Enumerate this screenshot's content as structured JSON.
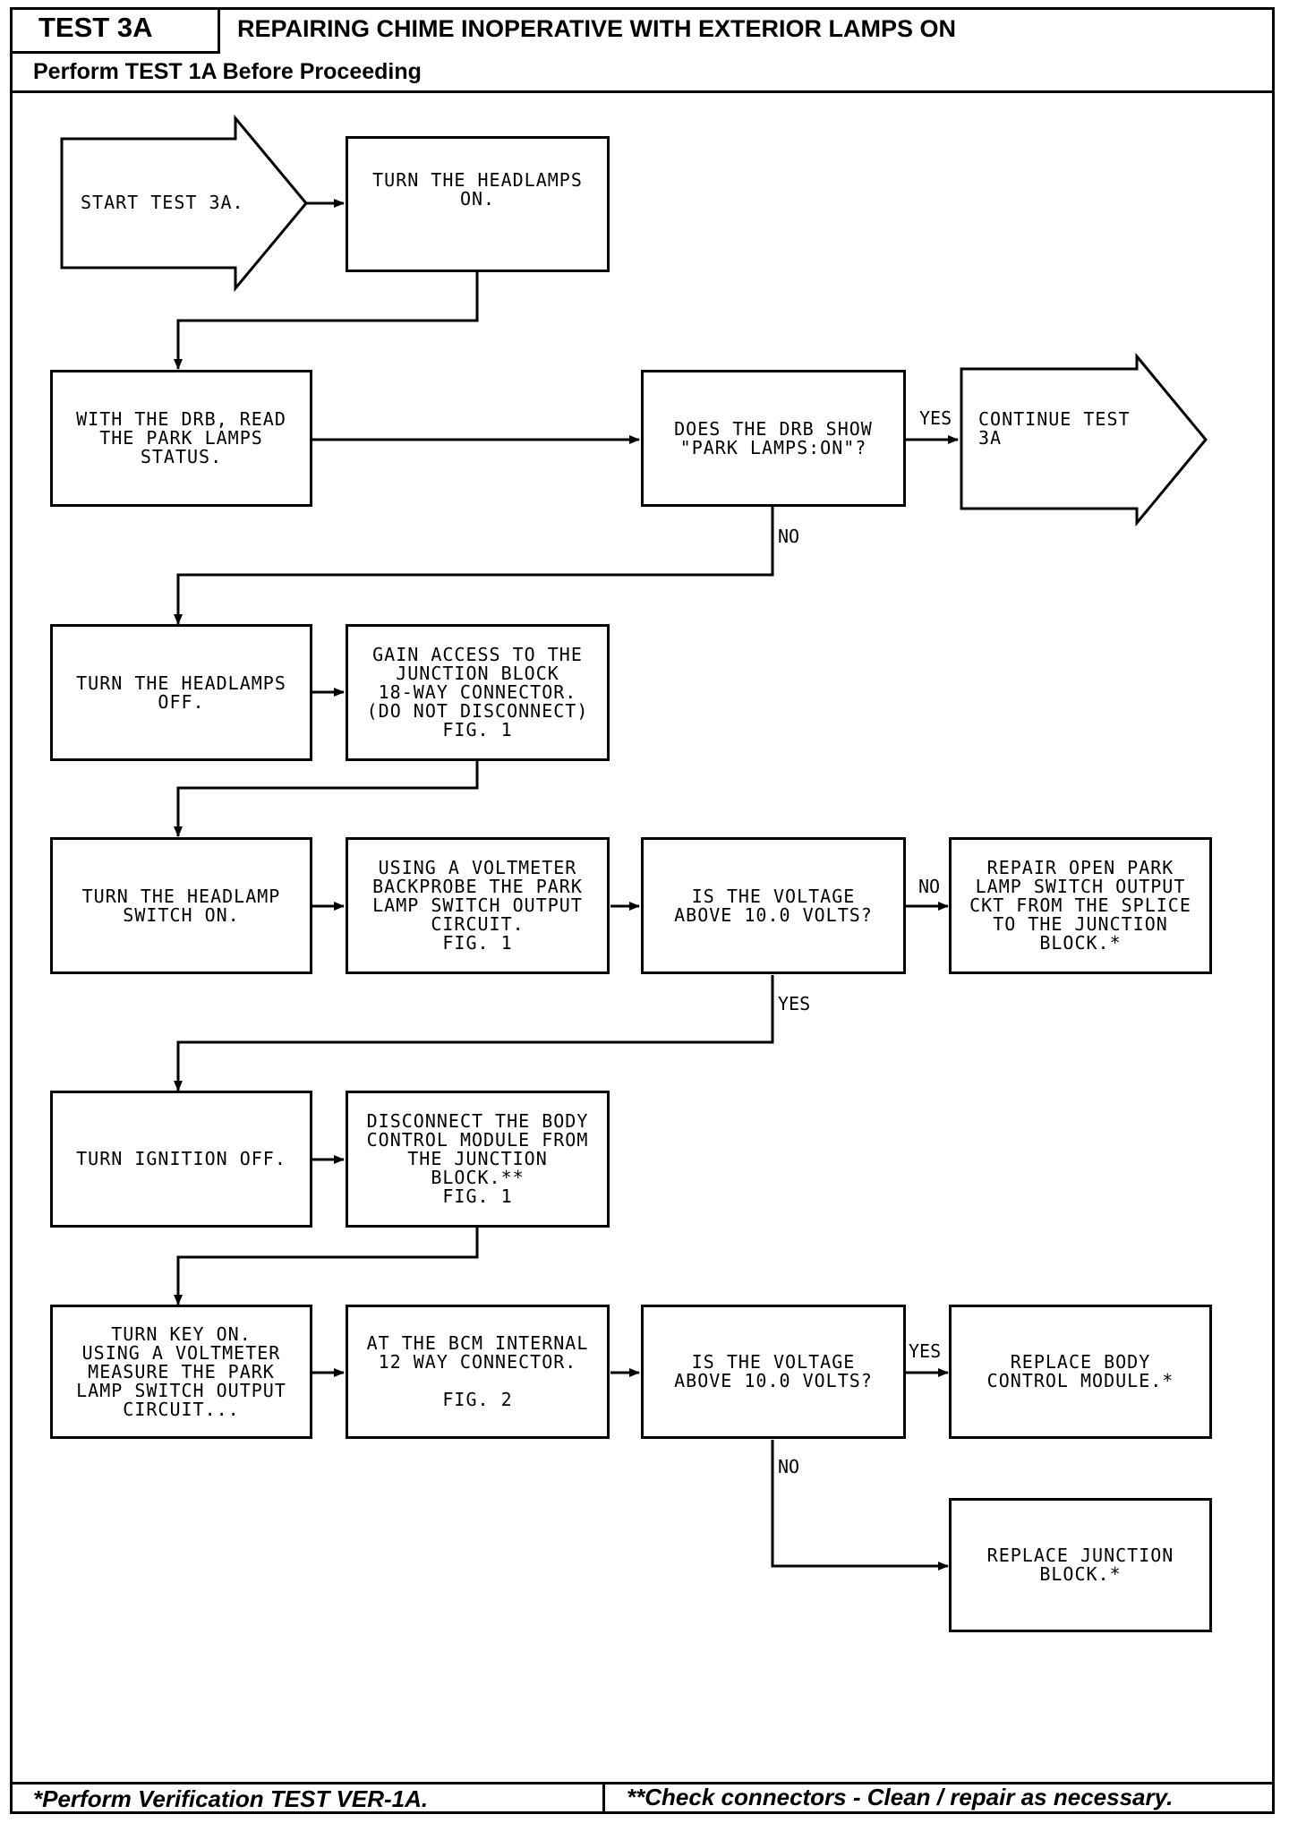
{
  "header": {
    "test_id": "TEST 3A",
    "title": "REPAIRING CHIME INOPERATIVE WITH EXTERIOR LAMPS ON",
    "prerequisite": "Perform TEST 1A Before Proceeding"
  },
  "steps": {
    "start": "START TEST 3A.",
    "headlamps_on": "TURN THE HEADLAMPS\nON.",
    "read_drb": "WITH THE DRB, READ\nTHE PARK LAMPS\nSTATUS.",
    "drb_question": "DOES THE DRB SHOW\n\"PARK LAMPS:ON\"?",
    "continue": "CONTINUE TEST\n3A",
    "headlamps_off": "TURN THE HEADLAMPS\nOFF.",
    "gain_access": "GAIN ACCESS TO THE\nJUNCTION BLOCK\n18-WAY CONNECTOR.\n(DO NOT DISCONNECT)\nFIG. 1",
    "headlamp_switch_on": "TURN THE HEADLAMP\nSWITCH ON.",
    "backprobe": "USING A VOLTMETER\nBACKPROBE THE PARK\nLAMP SWITCH OUTPUT\nCIRCUIT.\nFIG. 1",
    "voltage_question_1": "IS THE VOLTAGE\nABOVE 10.0 VOLTS?",
    "repair_open": "REPAIR OPEN PARK\nLAMP SWITCH OUTPUT\nCKT FROM THE SPLICE\nTO THE JUNCTION\nBLOCK.*",
    "ignition_off": "TURN IGNITION OFF.",
    "disconnect_bcm": "DISCONNECT THE BODY\nCONTROL MODULE FROM\nTHE JUNCTION\nBLOCK.**\nFIG. 1",
    "key_on": "TURN KEY ON.\nUSING A VOLTMETER\nMEASURE THE PARK\nLAMP SWITCH OUTPUT\nCIRCUIT...",
    "bcm_connector": "AT THE BCM INTERNAL\n12 WAY CONNECTOR.\n\nFIG. 2",
    "voltage_question_2": "IS THE VOLTAGE\nABOVE 10.0 VOLTS?",
    "replace_bcm": "REPLACE BODY\nCONTROL MODULE.*",
    "replace_junction": "REPLACE JUNCTION\nBLOCK.*"
  },
  "labels": {
    "yes": "YES",
    "no": "NO"
  },
  "footer": {
    "note_1": "*Perform Verification TEST VER-1A.",
    "note_2": "**Check connectors - Clean / repair as necessary."
  }
}
